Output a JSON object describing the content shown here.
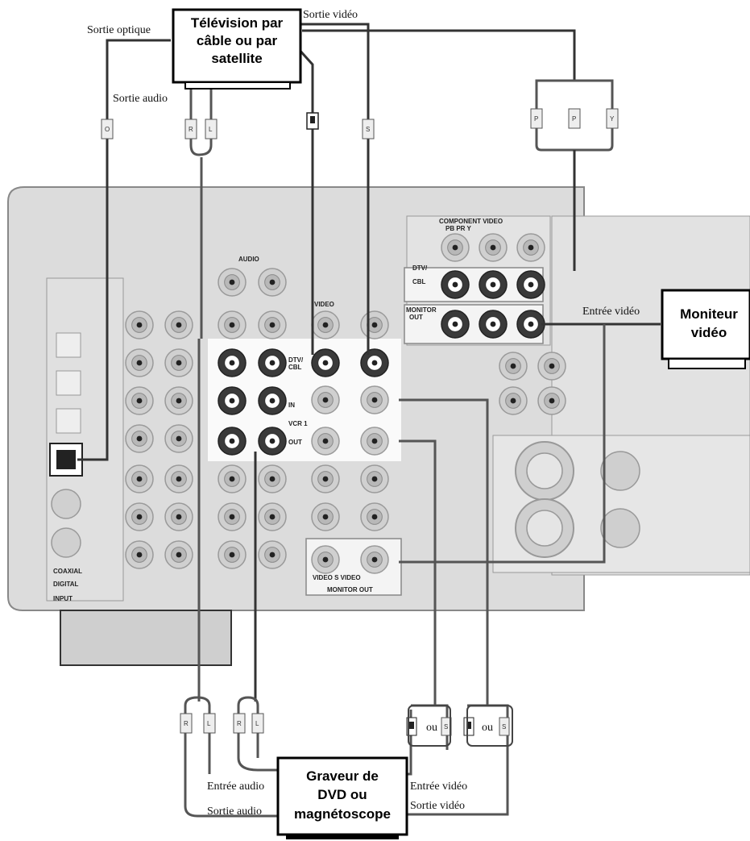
{
  "devices": {
    "tv_box": [
      "Télévision par",
      "câble ou par",
      "satellite"
    ],
    "monitor": [
      "Moniteur",
      "vidéo"
    ],
    "recorder": [
      "Graveur de",
      "DVD ou",
      "magnétoscope"
    ]
  },
  "labels": {
    "optical_out": "Sortie optique",
    "video_out_top": "Sortie vidéo",
    "audio_out_top": "Sortie audio",
    "video_in_monitor": "Entrée vidéo",
    "audio_in_bottom": "Entrée audio",
    "audio_out_bottom": "Sortie audio",
    "video_in_bottom": "Entrée vidéo",
    "video_out_bottom": "Sortie vidéo",
    "ou_1": "ou",
    "ou_2": "ou"
  },
  "panel": {
    "audio": "AUDIO",
    "video": "VIDEO",
    "component_video": "COMPONENT VIDEO",
    "component_sub": "PB PR Y",
    "dtv_cbl_comp": [
      "DTV/",
      "CBL"
    ],
    "monitor_out_comp": [
      "MONITOR",
      "OUT"
    ],
    "dtv_cbl": [
      "DTV/",
      "CBL"
    ],
    "in": "IN",
    "vcr1": "VCR 1",
    "out": "OUT",
    "video_s_video": "VIDEO S VIDEO",
    "monitor_out": "MONITOR OUT",
    "coaxial": "COAXIAL",
    "digital": "DIGITAL",
    "input": "INPUT"
  },
  "plug_letters": {
    "optical": "O",
    "audio_r": "R",
    "audio_l": "L",
    "s_video": "S",
    "comp_pb": "P",
    "comp_pr": "P",
    "comp_y": "Y",
    "rec_r1": "R",
    "rec_l1": "L",
    "rec_r2": "R",
    "rec_l2": "L",
    "rec_s1": "S",
    "rec_s2": "S"
  }
}
